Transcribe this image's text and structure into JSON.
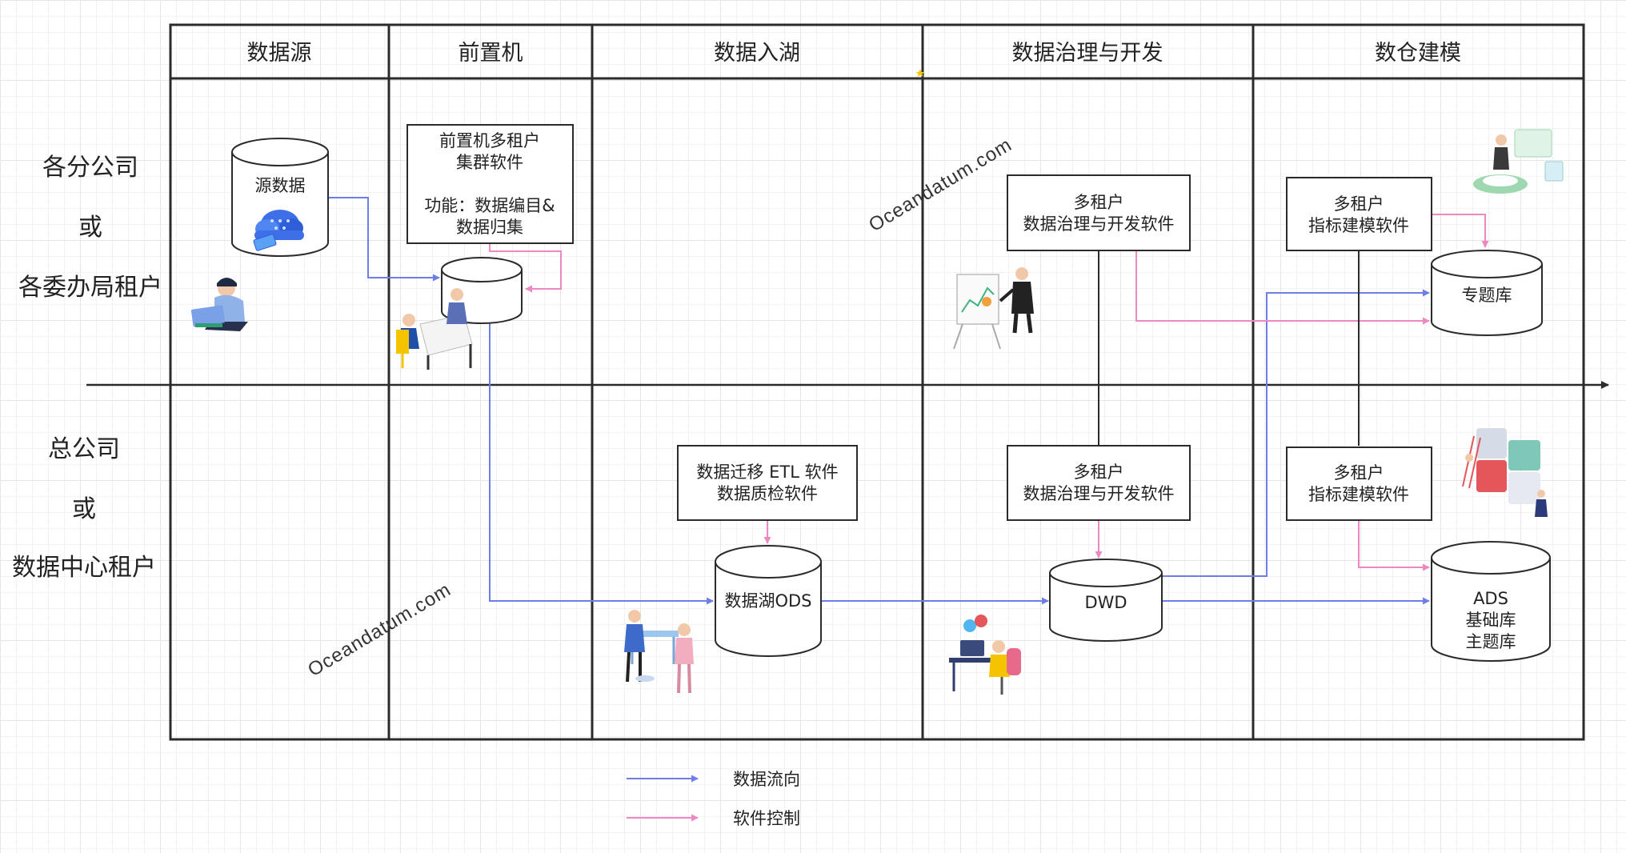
{
  "columns": [
    "数据源",
    "前置机",
    "数据入湖",
    "数据治理与开发",
    "数仓建模"
  ],
  "rows": {
    "top": [
      "各分公司",
      "或",
      "各委办局租户"
    ],
    "bottom": [
      "总公司",
      "或",
      "数据中心租户"
    ]
  },
  "nodes": {
    "source_db": "源数据",
    "frontend_box": [
      "前置机多租户",
      "集群软件",
      "",
      "功能：数据编目&",
      "数据归集"
    ],
    "etl_box": [
      "数据迁移 ETL 软件",
      "数据质检软件"
    ],
    "lake_db": "数据湖ODS",
    "gov_box_top": [
      "多租户",
      "数据治理与开发软件"
    ],
    "gov_box_bottom": [
      "多租户",
      "数据治理与开发软件"
    ],
    "dwd_db": "DWD",
    "model_box_top": [
      "多租户",
      "指标建模软件"
    ],
    "model_box_bottom": [
      "多租户",
      "指标建模软件"
    ],
    "topic_db": "专题库",
    "ads_db": [
      "ADS",
      "基础库",
      "主题库"
    ]
  },
  "legend": {
    "data_flow": "数据流向",
    "software_control": "软件控制"
  },
  "watermark": "Oceandatum.com",
  "colors": {
    "data_flow": "#6f7ee6",
    "software_control": "#ee88c2",
    "border": "#2b2b2b",
    "grid": "#e6e6e6"
  }
}
